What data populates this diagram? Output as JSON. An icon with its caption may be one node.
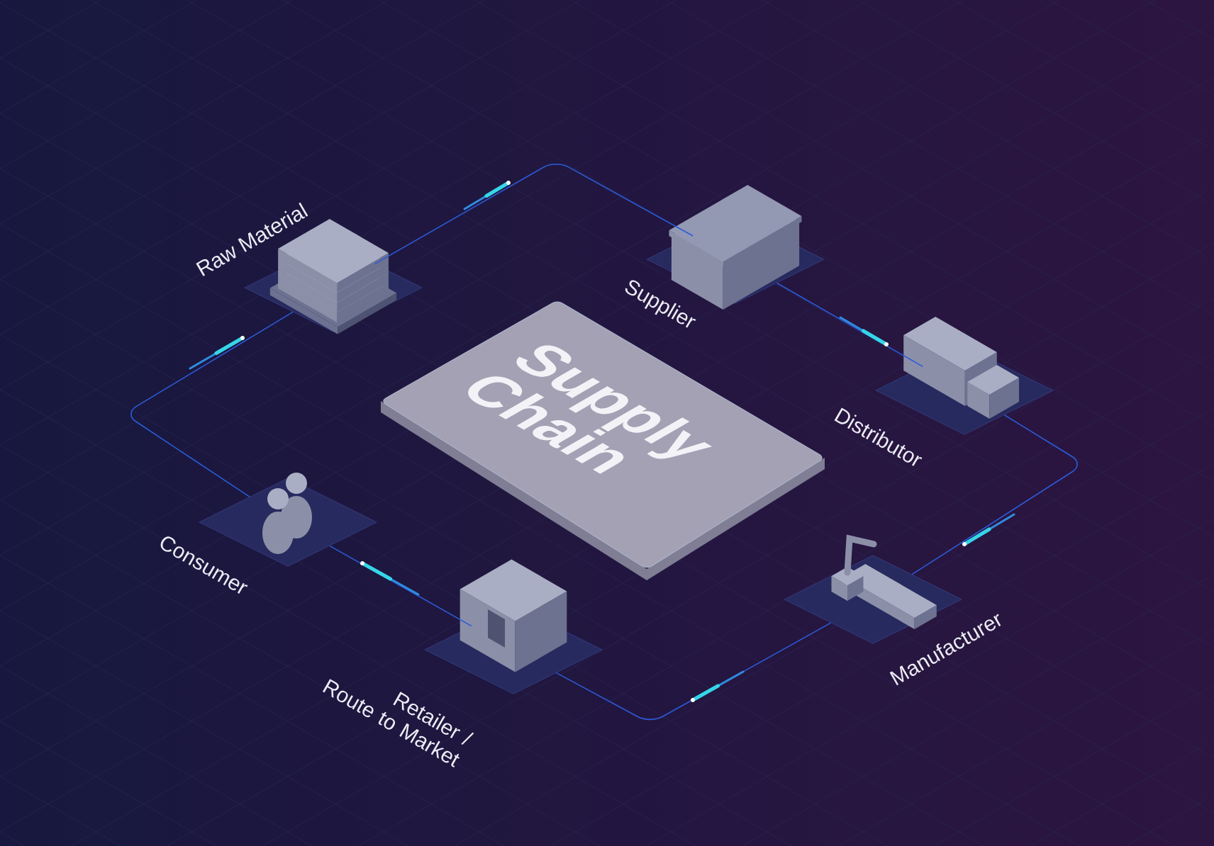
{
  "diagram": {
    "nodes": [
      {
        "text": [
          "Raw Material"
        ]
      },
      {
        "text": [
          "Supplier"
        ]
      },
      {
        "text": [
          "Supply Chain"
        ]
      },
      {
        "text": [
          "Distributor"
        ]
      },
      {
        "text": [
          "Consumer"
        ]
      },
      {
        "text": [
          "Manufacturer"
        ]
      },
      {
        "text": [
          "Retailer / Route to Market"
        ]
      }
    ],
    "edges": [
      {
        "from": 0,
        "to": 1,
        "arrow": "none"
      },
      {
        "from": 1,
        "to": 3,
        "arrow": "none"
      },
      {
        "from": 3,
        "to": 5,
        "arrow": "none"
      },
      {
        "from": 5,
        "to": 6,
        "arrow": "none"
      },
      {
        "from": 6,
        "to": 4,
        "arrow": "none"
      },
      {
        "from": 4,
        "to": 0,
        "arrow": "none"
      }
    ]
  }
}
